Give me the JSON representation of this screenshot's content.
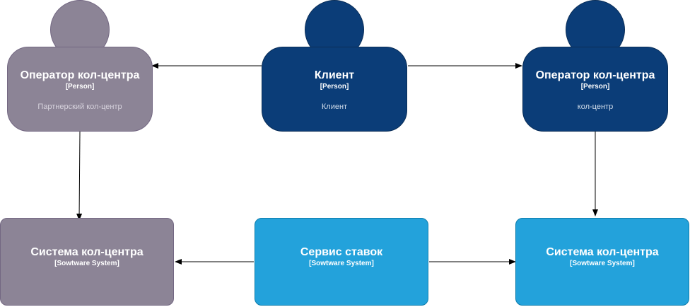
{
  "persons": [
    {
      "title": "Оператор кол-центра",
      "kind": "[Person]",
      "description": "Партнерский кол-центр"
    },
    {
      "title": "Клиент",
      "kind": "[Person]",
      "description": "Клиент"
    },
    {
      "title": "Оператор кол-центра",
      "kind": "[Person]",
      "description": "кол-центр"
    }
  ],
  "systems": [
    {
      "title": "Система кол-центра",
      "kind": "[Sowtware System]"
    },
    {
      "title": "Сервис ставок",
      "kind": "[Sowtware System]"
    },
    {
      "title": "Система кол-центра",
      "kind": "[Sowtware System]"
    }
  ],
  "colors": {
    "external": "#8c8496",
    "person": "#0b3d78",
    "system": "#23a2db",
    "connector": "#000000"
  }
}
